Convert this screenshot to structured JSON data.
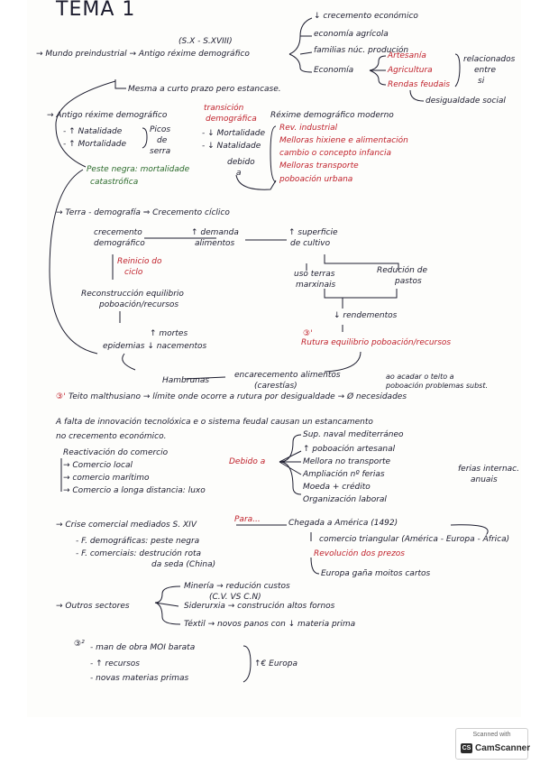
{
  "title": "TEMA 1",
  "s1": {
    "period": "(S.X - S.XVIII)",
    "start": "→ Mundo preindustrial → Antigo réxime demográfico",
    "b1": "↓ crecemento económico",
    "b2": "economía agrícola",
    "b3": "familias núc. produción",
    "b4": "Economía",
    "e1": "Artesanía",
    "e2": "Agricultura",
    "e3": "Rendas feudais",
    "rel": "relacionados",
    "rel2": "entre",
    "rel3": "si",
    "desig": "desigualdade social"
  },
  "s2": {
    "intro": "Mesma a curto prazo pero estancase.",
    "start": "→ Antigo réxime demográfico",
    "transicion": "transición",
    "demograf": "demográfica",
    "arrow_label": "Réxime demográfico moderno",
    "l1": "- ↑ Natalidade",
    "l2": "- ↑ Mortalidade",
    "picos": "Picos",
    "de": "de",
    "serra": "serra",
    "m1": "- ↓ Mortalidade",
    "m2": "- ↓ Natalidade",
    "debido": "debido",
    "a": "a",
    "c1": "Rev. industrial",
    "c2": "Melloras hixiene e alimentación",
    "c3": "cambio o concepto infancia",
    "c4": "Melloras transporte",
    "c5": "poboación urbana",
    "peste": "Peste negra: mortalidade",
    "catastrofica": "catastrófica"
  },
  "s3": {
    "start": "→ Terra - demografía ⇒ Crecemento cíclico",
    "crec": "crecemento",
    "demo": "demográfico",
    "dem1": "↑ demanda",
    "dem2": "alimentos",
    "sup1": "↑ superficie",
    "sup2": "de cultivo",
    "reinicio1": "Reinicio do",
    "reinicio2": "ciclo",
    "uso1": "uso terras",
    "uso2": "marxinais",
    "red1": "Redución de",
    "red2": "pastos",
    "recon1": "Reconstrucción equilibrio",
    "recon2": "poboación/recursos",
    "rend": "↓ rendementos",
    "mortes": "↑ mortes",
    "epid": "epidemias ↓ nacementos",
    "ruptura_num": "③'",
    "ruptura": "Rutura equilibrio poboación/recursos",
    "fames": "Hambrunas",
    "encar1": "encarecemento alimentos",
    "encar2": "(carestías)",
    "ao1": "ao acadar o teito a",
    "ao2": "poboación problemas subst.",
    "teito_num": "③'",
    "teito": "Teito malthusiano → límite onde ocorre a rutura por desigualdade → Ø necesidades"
  },
  "s4": {
    "l1": "A falta de innovación tecnolóxica e o sistema feudal causan un estancamento",
    "l2": "no crecemento económico.",
    "react": "Reactivación do comercio",
    "c1": "→ Comercio local",
    "c2": "→ comercio marítimo",
    "c3": "→ Comercio a longa distancia: luxo",
    "debido": "Debido a",
    "d1": "Sup. naval mediterráneo",
    "d2": "↑ poboación artesanal",
    "d3": "Mellora no transporte",
    "d4": "Ampliación nº ferias",
    "feiras1": "ferias internac.",
    "feiras2": "anuais",
    "d5": "Moeda + crédito",
    "d6": "Organización laboral"
  },
  "s5": {
    "start": "→ Crise comercial mediados S. XIV",
    "para": "Para...",
    "chegada": "Chegada a América (1492)",
    "triang": "comercio triangular (América - Europa - África)",
    "revo": "Revolución dos prezos",
    "europa": "Europa gaña moitos cartos",
    "f1": "- F. demográficas: peste negra",
    "f2": "- F. comerciais: destrución rota",
    "f3": "da seda (China)"
  },
  "s6": {
    "start": "→ Outros sectores",
    "min": "Minería → redución custos",
    "cvcn": "(C.V. VS C.N)",
    "sid": "Siderurxia → construción altos fornos",
    "tex": "Téxtil → novos panos con ↓ materia prima"
  },
  "s7": {
    "num": "③²",
    "l1": "- man de obra MOI barata",
    "l2": "- ↑ recursos",
    "l3": "- novas materias primas",
    "europa": "↑€ Europa"
  },
  "badge": {
    "top": "Scanned with",
    "logo": "CS",
    "name": "CamScanner"
  }
}
